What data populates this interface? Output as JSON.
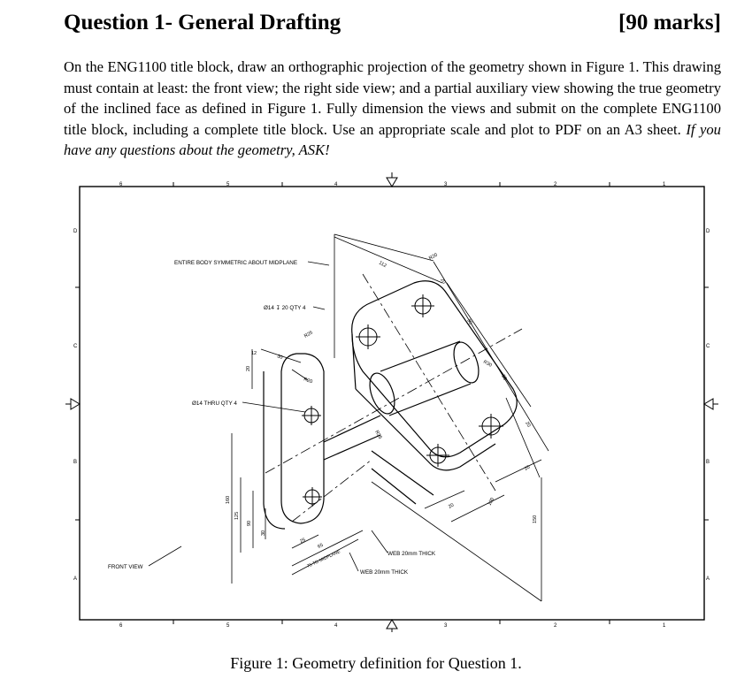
{
  "header": {
    "title": "Question 1- General Drafting",
    "marks": "[90 marks]"
  },
  "instructions": {
    "body": "On the ENG1100 title block, draw an orthographic projection of the geometry shown in Figure 1. This drawing must contain at least: the front view; the right side view; and a partial auxiliary view showing the true geometry of the inclined face as defined in Figure 1. Fully dimension the views and submit on the complete ENG1100 title block, including a complete title block. Use an appropriate scale and plot to PDF on an A3 sheet.",
    "emphasis": "If you have any questions about the geometry, ASK!"
  },
  "drawing": {
    "zone_columns_top": [
      "6",
      "5",
      "4",
      "3",
      "2",
      "1"
    ],
    "zone_columns_bottom": [
      "6",
      "5",
      "4",
      "3",
      "2",
      "1"
    ],
    "zone_rows": [
      "D",
      "C",
      "B",
      "A"
    ],
    "notes": {
      "symmetric": "ENTIRE BODY SYMMETRIC ABOUT MIDPLANE",
      "hole_top": "Ø14 ↧ 20 QTY 4",
      "hole_thru": "Ø14 THRU QTY 4",
      "front_view": "FRONT VIEW",
      "web1": "WEB 20mm THICK",
      "web2": "WEB 20mm THICK",
      "midplane": "75 TO MIDPLANE"
    },
    "dimensions": [
      "112",
      "R20",
      "20",
      "R25",
      "12",
      "30",
      "20",
      "R20",
      "R25",
      "90",
      "R30",
      "55",
      "20",
      "20",
      "100",
      "20",
      "150",
      "160",
      "125",
      "90",
      "25",
      "65",
      "30"
    ]
  },
  "caption": "Figure 1: Geometry definition for Question 1."
}
